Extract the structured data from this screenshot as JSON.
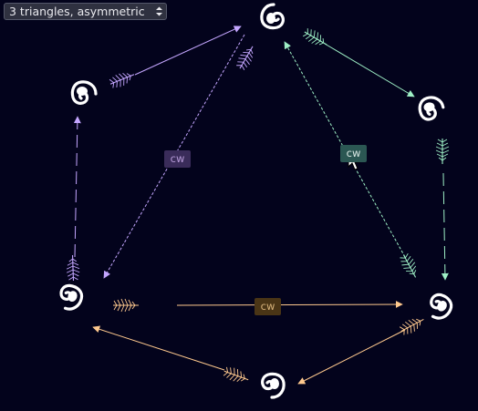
{
  "selector": {
    "value": "3 triangles, asymmetric",
    "icon": "chevron-up-down-icon"
  },
  "direction_labels": {
    "purple": "cw",
    "green": "cw",
    "orange": "cw"
  },
  "colors": {
    "background": "#03031c",
    "purple": "#c4a6ff",
    "green": "#9ef0c6",
    "orange": "#ffc98e",
    "node": "#ffffff"
  },
  "icons": {
    "node": "swirl-icon",
    "feather": "feather-icon",
    "cursor": "arrow-cursor-icon"
  }
}
